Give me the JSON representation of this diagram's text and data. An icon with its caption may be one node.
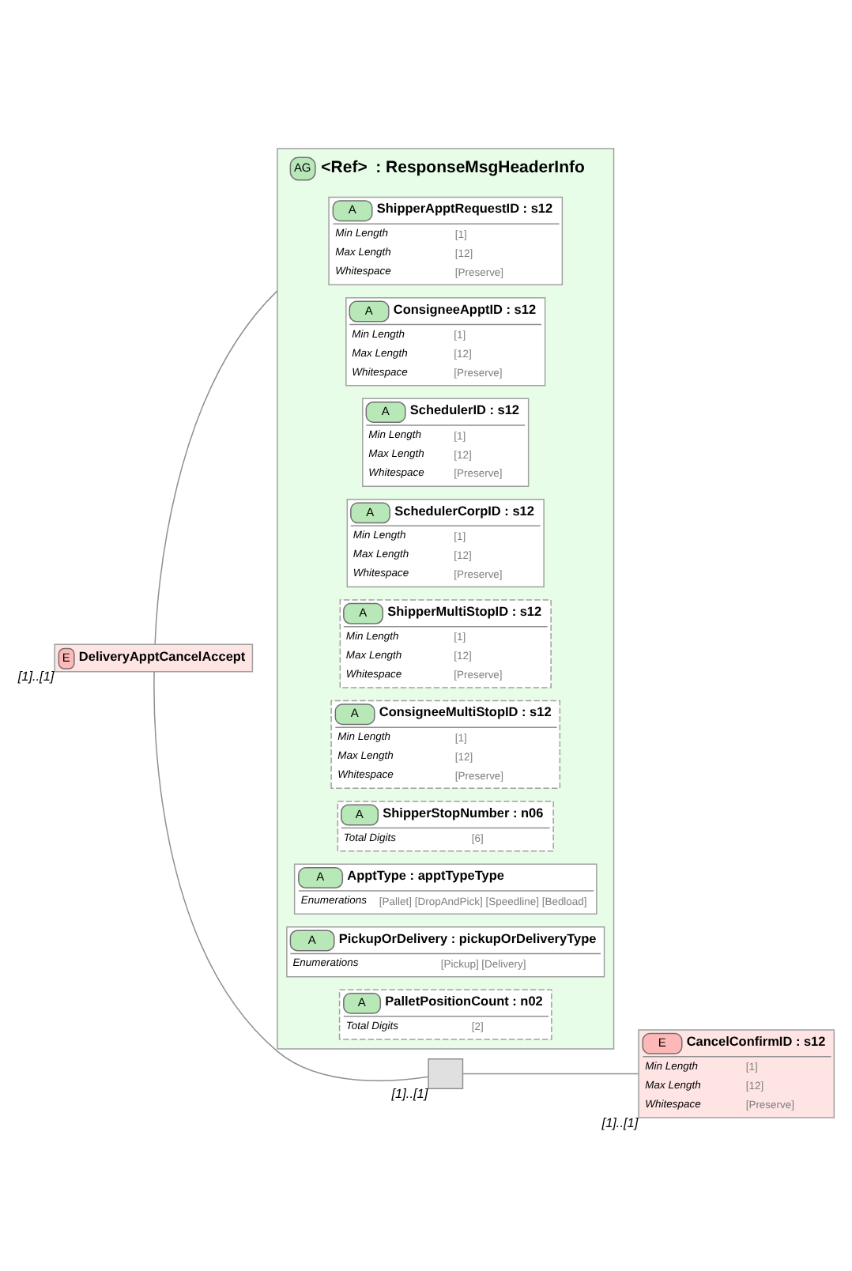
{
  "diagram": {
    "nodes": [
      {
        "text": [
          "E",
          "DeliveryApptCancelAccept"
        ],
        "beside": [
          "[1]..[1]"
        ]
      },
      {
        "text": [
          "AG",
          "<Ref>",
          ": ResponseMsgHeaderInfo"
        ]
      },
      {
        "in": 1,
        "text": [
          "A",
          "ShipperApptRequestID : s12",
          "Min Length",
          "[1]",
          "Max Length",
          "[12]",
          "Whitespace",
          "[Preserve]"
        ]
      },
      {
        "in": 1,
        "text": [
          "A",
          "ConsigneeApptID : s12",
          "Min Length",
          "[1]",
          "Max Length",
          "[12]",
          "Whitespace",
          "[Preserve]"
        ]
      },
      {
        "in": 1,
        "text": [
          "A",
          "SchedulerID : s12",
          "Min Length",
          "[1]",
          "Max Length",
          "[12]",
          "Whitespace",
          "[Preserve]"
        ]
      },
      {
        "in": 1,
        "text": [
          "A",
          "SchedulerCorpID : s12",
          "Min Length",
          "[1]",
          "Max Length",
          "[12]",
          "Whitespace",
          "[Preserve]"
        ]
      },
      {
        "in": 1,
        "text": [
          "A",
          "ShipperMultiStopID : s12",
          "Min Length",
          "[1]",
          "Max Length",
          "[12]",
          "Whitespace",
          "[Preserve]"
        ]
      },
      {
        "in": 1,
        "text": [
          "A",
          "ConsigneeMultiStopID : s12",
          "Min Length",
          "[1]",
          "Max Length",
          "[12]",
          "Whitespace",
          "[Preserve]"
        ]
      },
      {
        "in": 1,
        "text": [
          "A",
          "ShipperStopNumber : n06",
          "Total Digits",
          "[6]"
        ]
      },
      {
        "in": 1,
        "text": [
          "A",
          "ApptType : apptTypeType",
          "Enumerations",
          "[Pallet] [DropAndPick] [Speedline] [Bedload]"
        ]
      },
      {
        "in": 1,
        "text": [
          "A",
          "PickupOrDelivery : pickupOrDeliveryType",
          "Enumerations",
          "[Pickup] [Delivery]"
        ]
      },
      {
        "in": 1,
        "text": [
          "A",
          "PalletPositionCount : n02",
          "Total Digits",
          "[2]"
        ]
      },
      {
        "text": [],
        "shape": "box",
        "beside": [
          "[1]..[1]"
        ]
      },
      {
        "text": [
          "E",
          "CancelConfirmID : s12",
          "Min Length",
          "[1]",
          "Max Length",
          "[12]",
          "Whitespace",
          "[Preserve]"
        ],
        "beside": [
          "[1]..[1]"
        ]
      }
    ],
    "edges": [
      {
        "from": 0,
        "to": 1,
        "arrow": "none"
      },
      {
        "from": 0,
        "to": 12,
        "arrow": "none"
      },
      {
        "from": 12,
        "to": 13,
        "arrow": "none"
      }
    ]
  }
}
